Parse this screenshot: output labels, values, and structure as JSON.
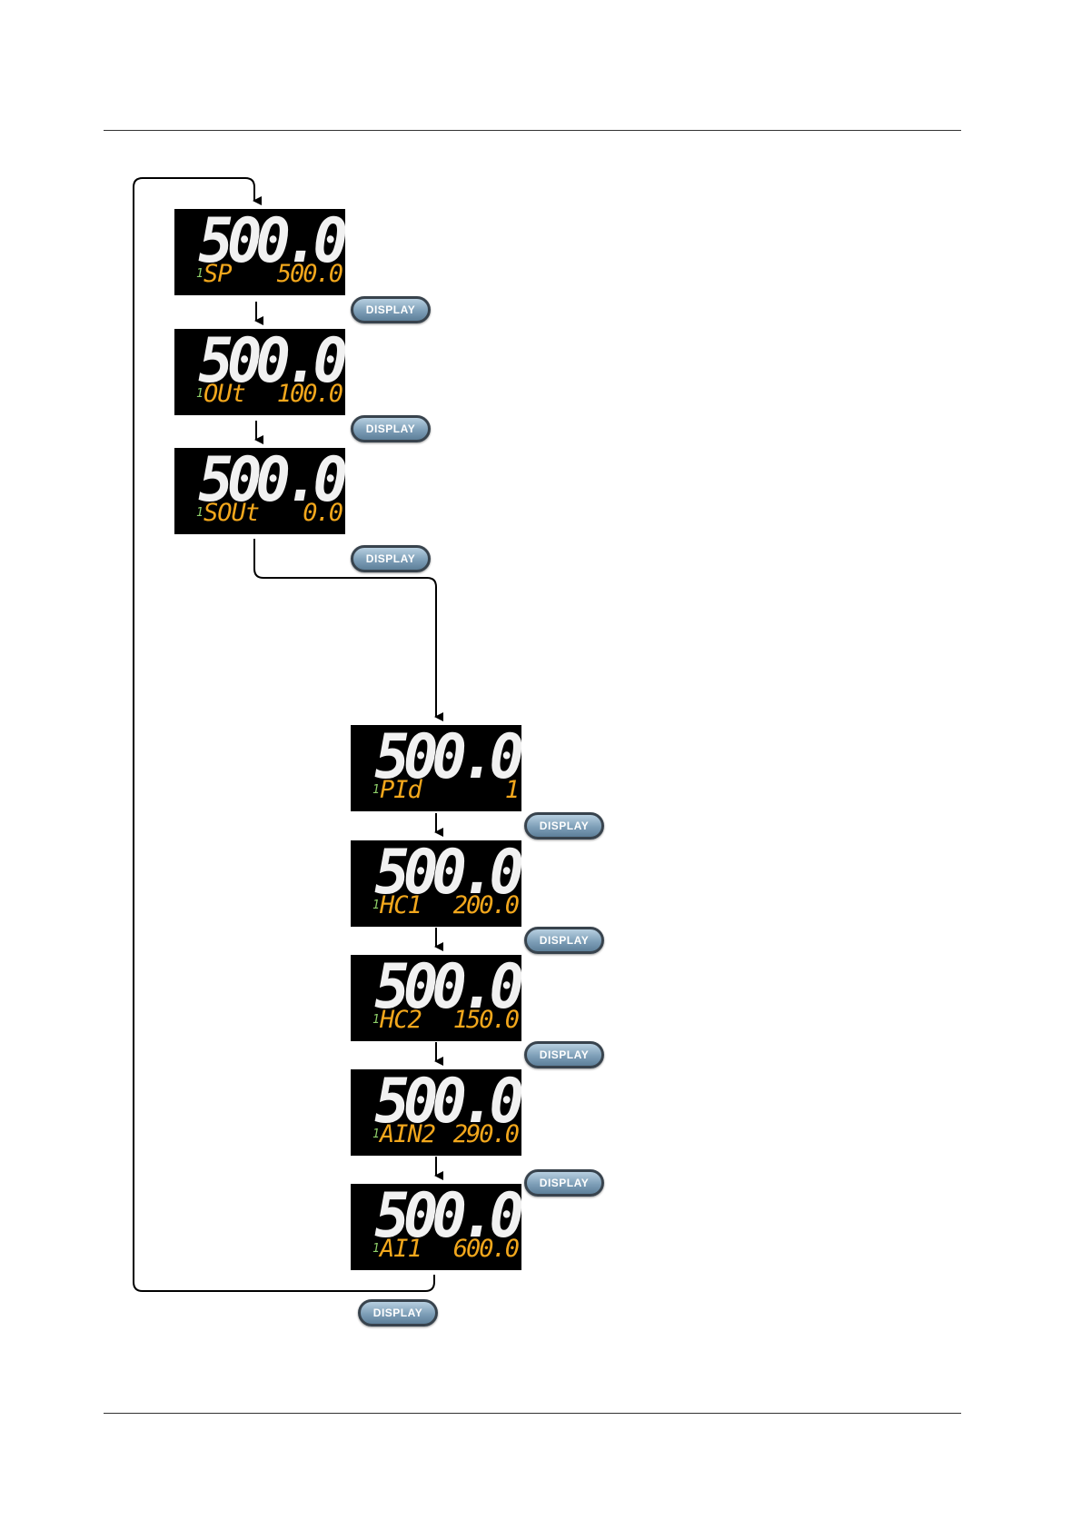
{
  "button_label": "DISPLAY",
  "colors": {
    "pv_digits": "#f1f1f1",
    "loop_indicator": "#8fd06a",
    "parameter_text": "#f2a71c",
    "panel_background": "#000000",
    "button_fill": "#7e9fb8"
  },
  "screens": [
    {
      "pv": "500.0",
      "loop": "1",
      "param": "SP",
      "value": "500.0"
    },
    {
      "pv": "500.0",
      "loop": "1",
      "param": "OUt",
      "value": "100.0"
    },
    {
      "pv": "500.0",
      "loop": "1",
      "param": "SOUt",
      "value": "0.0"
    },
    {
      "pv": "500.0",
      "loop": "1",
      "param": "PId",
      "value": "1"
    },
    {
      "pv": "500.0",
      "loop": "1",
      "param": "HC1",
      "value": "200.0"
    },
    {
      "pv": "500.0",
      "loop": "1",
      "param": "HC2",
      "value": "150.0"
    },
    {
      "pv": "500.0",
      "loop": "1",
      "param": "AIN2",
      "value": "290.0"
    },
    {
      "pv": "500.0",
      "loop": "1",
      "param": "AI1",
      "value": "600.0"
    }
  ]
}
